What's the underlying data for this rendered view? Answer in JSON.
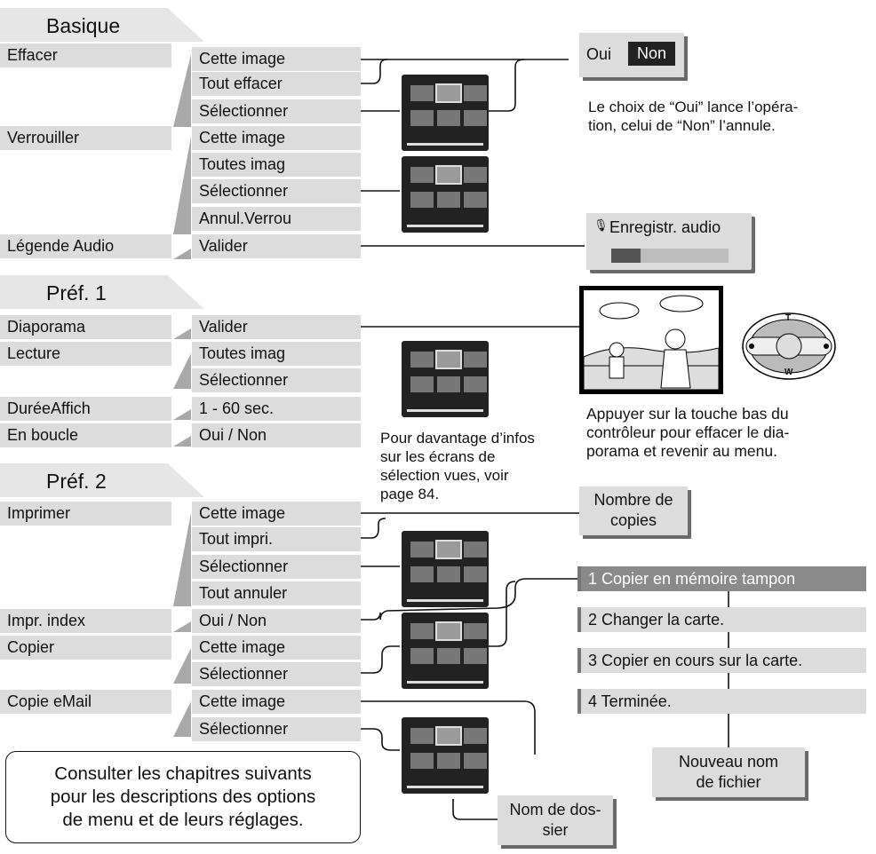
{
  "sections": {
    "basique": "Basique",
    "pref1": "Préf. 1",
    "pref2": "Préf. 2"
  },
  "left_items": {
    "effacer": "Effacer",
    "verrouiller": "Verrouiller",
    "legende_audio": "Légende Audio",
    "diaporama": "Diaporama",
    "lecture": "Lecture",
    "duree_affich": "DuréeAffich",
    "en_boucle": "En boucle",
    "imprimer": "Imprimer",
    "impr_index": "Impr. index",
    "copier": "Copier",
    "copie_email": "Copie eMail"
  },
  "right_items": {
    "effacer": [
      "Cette image",
      "Tout effacer",
      "Sélectionner"
    ],
    "verrouiller": [
      "Cette image",
      "Toutes imag",
      "Sélectionner",
      "Annul.Verrou"
    ],
    "legende_audio": [
      "Valider"
    ],
    "diaporama": [
      "Valider"
    ],
    "lecture": [
      "Toutes imag",
      "Sélectionner"
    ],
    "duree_affich": [
      "1 - 60 sec."
    ],
    "en_boucle": [
      "Oui / Non"
    ],
    "imprimer": [
      "Cette image",
      "Tout impri.",
      "Sélectionner",
      "Tout annuler"
    ],
    "impr_index": [
      "Oui / Non"
    ],
    "copier": [
      "Cette image",
      "Sélectionner"
    ],
    "copie_email": [
      "Cette image",
      "Sélectionner"
    ]
  },
  "oui_non": {
    "oui": "Oui",
    "non": "Non"
  },
  "oui_non_note": [
    "Le choix de “Oui” lance l’opéra-",
    "tion, celui de “Non” l’annule."
  ],
  "audio_box": {
    "label": "Enregistr. audio",
    "icon": "microphone-icon"
  },
  "slideshow_note": [
    "Appuyer sur la touche bas du",
    "contrôleur pour effacer le dia-",
    "porama et revenir au menu."
  ],
  "controller": {
    "t": "T",
    "w": "W"
  },
  "selection_note": [
    "Pour davantage d’infos",
    "sur les écrans de",
    "sélection vues, voir",
    "page 84."
  ],
  "nombre_copies": [
    "Nombre de",
    "copies"
  ],
  "copy_steps": [
    "1 Copier en mémoire tampon",
    "2 Changer la carte.",
    "3 Copier en cours sur la carte.",
    "4 Terminée."
  ],
  "nouveau_nom": [
    "Nouveau nom",
    "de fichier"
  ],
  "nom_dossier": [
    "Nom de dos-",
    "sier"
  ],
  "bottom_note": [
    "Consulter les chapitres suivants",
    "pour les descriptions des options",
    "de menu et de leurs réglages."
  ],
  "colors": {
    "row": "#dcdcdc",
    "dark_box": "#222222",
    "step1": "#8a8a8a"
  }
}
